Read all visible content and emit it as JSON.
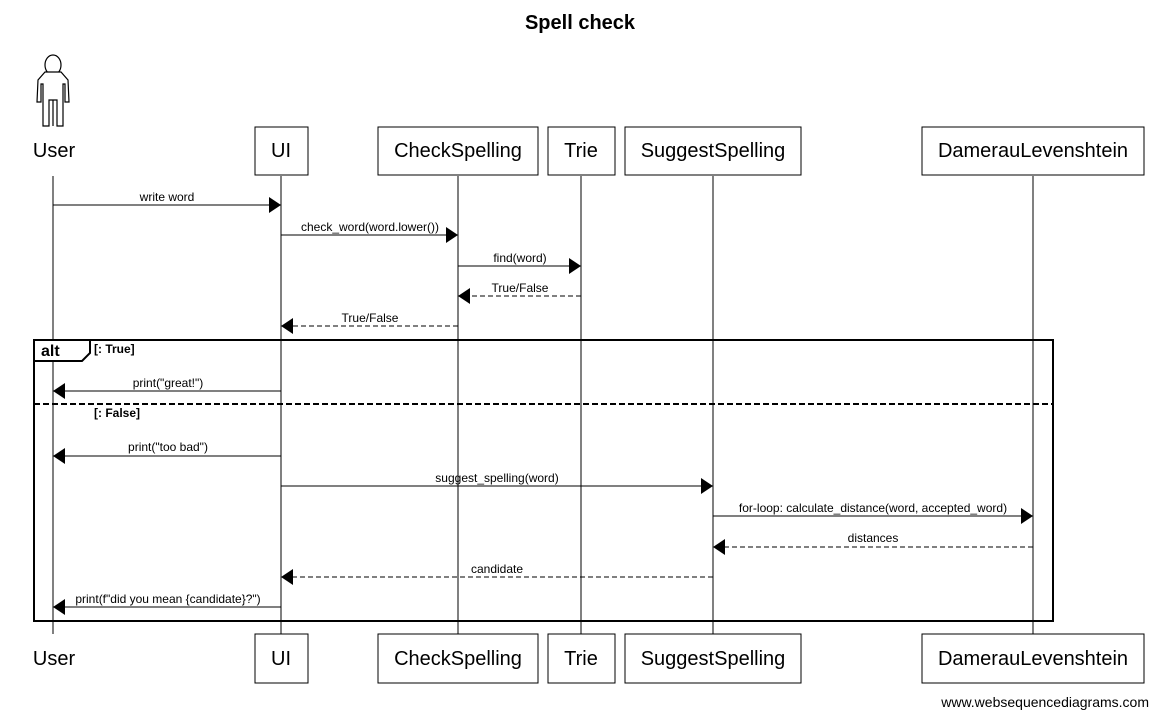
{
  "title": "Spell check",
  "watermark": "www.websequencediagrams.com",
  "participants": [
    {
      "id": "user",
      "label": "User",
      "kind": "actor"
    },
    {
      "id": "ui",
      "label": "UI",
      "kind": "box"
    },
    {
      "id": "check",
      "label": "CheckSpelling",
      "kind": "box"
    },
    {
      "id": "trie",
      "label": "Trie",
      "kind": "box"
    },
    {
      "id": "suggest",
      "label": "SuggestSpelling",
      "kind": "box"
    },
    {
      "id": "dl",
      "label": "DamerauLevenshtein",
      "kind": "box"
    }
  ],
  "messages": [
    {
      "from": "user",
      "to": "ui",
      "label": "write word",
      "style": "solid"
    },
    {
      "from": "ui",
      "to": "check",
      "label": "check_word(word.lower())",
      "style": "solid"
    },
    {
      "from": "check",
      "to": "trie",
      "label": "find(word)",
      "style": "solid"
    },
    {
      "from": "trie",
      "to": "check",
      "label": "True/False",
      "style": "dashed"
    },
    {
      "from": "check",
      "to": "ui",
      "label": "True/False",
      "style": "dashed"
    },
    {
      "from": "ui",
      "to": "user",
      "label": "print(\"great!\")",
      "style": "solid"
    },
    {
      "from": "ui",
      "to": "user",
      "label": "print(\"too bad\")",
      "style": "solid"
    },
    {
      "from": "ui",
      "to": "suggest",
      "label": "suggest_spelling(word)",
      "style": "solid"
    },
    {
      "from": "suggest",
      "to": "dl",
      "label": "for-loop: calculate_distance(word, accepted_word)",
      "style": "solid"
    },
    {
      "from": "dl",
      "to": "suggest",
      "label": "distances",
      "style": "dashed"
    },
    {
      "from": "suggest",
      "to": "ui",
      "label": "candidate",
      "style": "dashed"
    },
    {
      "from": "ui",
      "to": "user",
      "label": "print(f\"did you mean {candidate}?\")",
      "style": "solid"
    }
  ],
  "alt_frame": {
    "keyword": "alt",
    "branches": [
      {
        "guard": "[: True]"
      },
      {
        "guard": "[: False]"
      }
    ]
  }
}
